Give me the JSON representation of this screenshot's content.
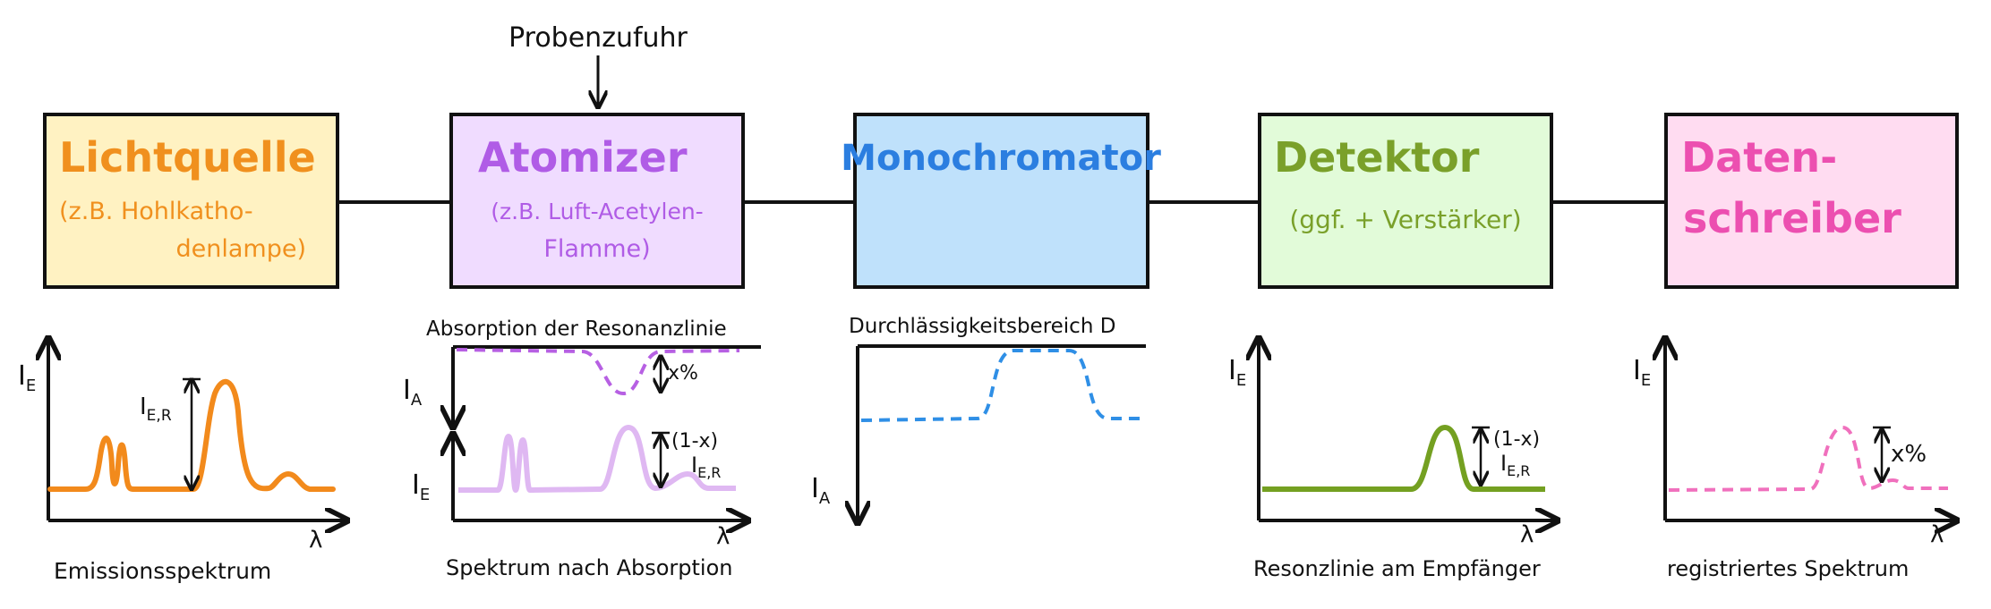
{
  "sample_feed": "Probenzufuhr",
  "colors": {
    "outline": "#111111",
    "lichtquelle_fill": "#fff2c2",
    "lichtquelle_text": "#f0901e",
    "atomizer_fill": "#f0dcff",
    "atomizer_text": "#b05ce6",
    "atomizer_light": "#dfb8f2",
    "mono_fill": "#bfe1fb",
    "mono_text": "#2b7ee0",
    "mono_curve": "#2f8fe6",
    "detektor_fill": "#e2fbd9",
    "detektor_text": "#7aa02a",
    "detektor_curve": "#74a021",
    "schreiber_fill": "#ffdcf1",
    "schreiber_text": "#ec4fb0",
    "schreiber_curve": "#f070bd"
  },
  "boxes": {
    "lichtquelle": {
      "title": "Lichtquelle",
      "sub1": "(z.B. Hohlkatho-",
      "sub2": "denlampe)"
    },
    "atomizer": {
      "title": "Atomizer",
      "sub1": "(z.B. Luft-Acetylen-",
      "sub2": "Flamme)"
    },
    "monochromator": {
      "title": "Monochromator"
    },
    "detektor": {
      "title": "Detektor",
      "sub1": "(ggf. + Verstärker)"
    },
    "datenschreiber": {
      "title1": "Daten-",
      "title2": "schreiber"
    }
  },
  "plots": {
    "emission": {
      "caption": "Emissionsspektrum",
      "ylabel": "I",
      "ylabel_sub": "E",
      "xlabel": "λ",
      "peak_label": "I",
      "peak_label_sub": "E,R"
    },
    "absorption": {
      "top_title": "Absorption der Resonanzlinie",
      "top_ylabel": "I",
      "top_ylabel_sub": "A",
      "top_annot": "x%",
      "ylabel": "I",
      "ylabel_sub": "E",
      "annot1": "(1-x)",
      "annot2": "I",
      "annot2_sub": "E,R",
      "xlabel": "λ",
      "caption": "Spektrum nach Absorption"
    },
    "mono": {
      "title": "Durchlässigkeitsbereich D",
      "ylabel": "I",
      "ylabel_sub": "A"
    },
    "detektor": {
      "ylabel": "I",
      "ylabel_sub": "E",
      "annot1": "(1-x)",
      "annot2": "I",
      "annot2_sub": "E,R",
      "xlabel": "λ",
      "caption": "Resonzlinie am Empfänger"
    },
    "recorder": {
      "ylabel": "I",
      "ylabel_sub": "E",
      "annot": "x%",
      "xlabel": "λ",
      "caption": "registriertes Spektrum"
    }
  }
}
